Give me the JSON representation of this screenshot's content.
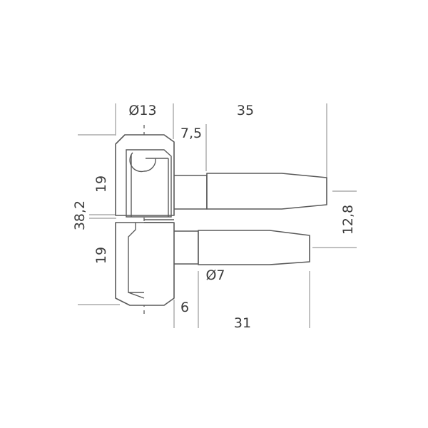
{
  "drawing": {
    "subject": "hinge technical drawing",
    "colors": {
      "outline": "#5a5a5a",
      "dimension_line": "#9a9a9a",
      "text": "#3c3c3c",
      "background": "#ffffff"
    },
    "dimensions": {
      "barrel_diameter": "Ø13",
      "upper_pin_length": "35",
      "upper_collar_length": "7,5",
      "upper_knuckle_height": "19",
      "total_height": "38,2",
      "lower_knuckle_height": "19",
      "pin_offset": "12,8",
      "lower_pin_diameter": "Ø7",
      "lower_collar_length": "6",
      "lower_pin_length": "31"
    }
  }
}
